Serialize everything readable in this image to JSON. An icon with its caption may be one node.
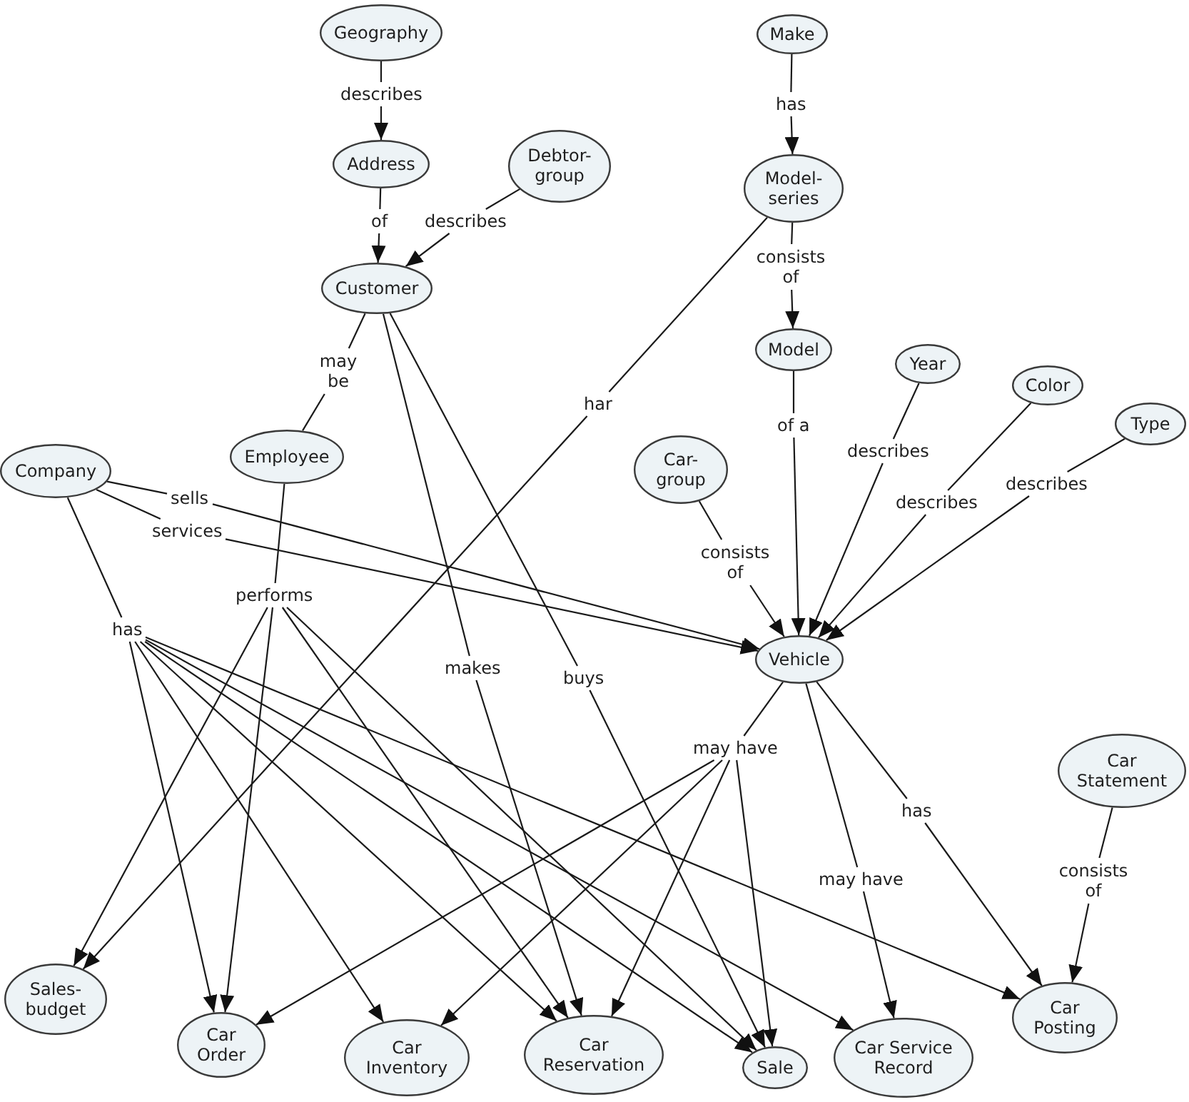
{
  "diagram": {
    "nodes": [
      {
        "text": [
          "Geography"
        ]
      },
      {
        "text": [
          "Make"
        ]
      },
      {
        "text": [
          "describes"
        ]
      },
      {
        "text": [
          "has"
        ]
      },
      {
        "text": [
          "Address"
        ]
      },
      {
        "text": [
          "Debtor-group"
        ]
      },
      {
        "text": [
          "Model-series"
        ]
      },
      {
        "text": [
          "of"
        ]
      },
      {
        "text": [
          "describes"
        ]
      },
      {
        "text": [
          "consists of"
        ]
      },
      {
        "text": [
          "Customer"
        ]
      },
      {
        "text": [
          "Model"
        ]
      },
      {
        "text": [
          "Year"
        ]
      },
      {
        "text": [
          "may be"
        ]
      },
      {
        "text": [
          "Color"
        ]
      },
      {
        "text": [
          "har"
        ]
      },
      {
        "text": [
          "Type"
        ]
      },
      {
        "text": [
          "of a"
        ]
      },
      {
        "text": [
          "describes"
        ]
      },
      {
        "text": [
          "Company"
        ]
      },
      {
        "text": [
          "Employee"
        ]
      },
      {
        "text": [
          "Car-group"
        ]
      },
      {
        "text": [
          "describes"
        ]
      },
      {
        "text": [
          "sells"
        ]
      },
      {
        "text": [
          "describes"
        ]
      },
      {
        "text": [
          "services"
        ]
      },
      {
        "text": [
          "consists of"
        ]
      },
      {
        "text": [
          "performs"
        ]
      },
      {
        "text": [
          "has"
        ]
      },
      {
        "text": [
          "Vehicle"
        ]
      },
      {
        "text": [
          "makes"
        ]
      },
      {
        "text": [
          "buys"
        ]
      },
      {
        "text": [
          "may have"
        ]
      },
      {
        "text": [
          "Car Statement"
        ]
      },
      {
        "text": [
          "has"
        ]
      },
      {
        "text": [
          "may have"
        ]
      },
      {
        "text": [
          "consists of"
        ]
      },
      {
        "text": [
          "Sales-budget"
        ]
      },
      {
        "text": [
          "Car Order"
        ]
      },
      {
        "text": [
          "Car Inventory"
        ]
      },
      {
        "text": [
          "Car Reservation"
        ]
      },
      {
        "text": [
          "Sale"
        ]
      },
      {
        "text": [
          "Car Service Record"
        ]
      },
      {
        "text": [
          "Car Posting"
        ]
      }
    ],
    "edges": [
      {
        "from": 0,
        "to": 2,
        "arrow": "none"
      },
      {
        "from": 2,
        "to": 4,
        "arrow": "to"
      },
      {
        "from": 1,
        "to": 3,
        "arrow": "none"
      },
      {
        "from": 3,
        "to": 6,
        "arrow": "to"
      },
      {
        "from": 4,
        "to": 7,
        "arrow": "none"
      },
      {
        "from": 7,
        "to": 10,
        "arrow": "to"
      },
      {
        "from": 5,
        "to": 8,
        "arrow": "none"
      },
      {
        "from": 8,
        "to": 10,
        "arrow": "to"
      },
      {
        "from": 6,
        "to": 9,
        "arrow": "none"
      },
      {
        "from": 9,
        "to": 11,
        "arrow": "to"
      },
      {
        "from": 6,
        "to": 15,
        "arrow": "none"
      },
      {
        "from": 15,
        "to": 37,
        "arrow": "to"
      },
      {
        "from": 10,
        "to": 13,
        "arrow": "none"
      },
      {
        "from": 13,
        "to": 20,
        "arrow": "none"
      },
      {
        "from": 10,
        "to": 30,
        "arrow": "none"
      },
      {
        "from": 30,
        "to": 40,
        "arrow": "to"
      },
      {
        "from": 10,
        "to": 31,
        "arrow": "none"
      },
      {
        "from": 31,
        "to": 41,
        "arrow": "to"
      },
      {
        "from": 11,
        "to": 17,
        "arrow": "none"
      },
      {
        "from": 17,
        "to": 29,
        "arrow": "to"
      },
      {
        "from": 12,
        "to": 18,
        "arrow": "none"
      },
      {
        "from": 18,
        "to": 29,
        "arrow": "to"
      },
      {
        "from": 14,
        "to": 24,
        "arrow": "none"
      },
      {
        "from": 24,
        "to": 29,
        "arrow": "to"
      },
      {
        "from": 16,
        "to": 22,
        "arrow": "none"
      },
      {
        "from": 22,
        "to": 29,
        "arrow": "to"
      },
      {
        "from": 21,
        "to": 26,
        "arrow": "none"
      },
      {
        "from": 26,
        "to": 29,
        "arrow": "to"
      },
      {
        "from": 19,
        "to": 23,
        "arrow": "none"
      },
      {
        "from": 23,
        "to": 29,
        "arrow": "to"
      },
      {
        "from": 19,
        "to": 25,
        "arrow": "none"
      },
      {
        "from": 25,
        "to": 29,
        "arrow": "to"
      },
      {
        "from": 19,
        "to": 28,
        "arrow": "none"
      },
      {
        "from": 28,
        "to": 38,
        "arrow": "to"
      },
      {
        "from": 28,
        "to": 39,
        "arrow": "to"
      },
      {
        "from": 28,
        "to": 40,
        "arrow": "to"
      },
      {
        "from": 28,
        "to": 41,
        "arrow": "to"
      },
      {
        "from": 28,
        "to": 42,
        "arrow": "to"
      },
      {
        "from": 28,
        "to": 43,
        "arrow": "to"
      },
      {
        "from": 20,
        "to": 27,
        "arrow": "none"
      },
      {
        "from": 27,
        "to": 37,
        "arrow": "to"
      },
      {
        "from": 27,
        "to": 38,
        "arrow": "to"
      },
      {
        "from": 27,
        "to": 40,
        "arrow": "to"
      },
      {
        "from": 27,
        "to": 41,
        "arrow": "to"
      },
      {
        "from": 29,
        "to": 32,
        "arrow": "none"
      },
      {
        "from": 32,
        "to": 38,
        "arrow": "to"
      },
      {
        "from": 32,
        "to": 39,
        "arrow": "to"
      },
      {
        "from": 32,
        "to": 40,
        "arrow": "to"
      },
      {
        "from": 32,
        "to": 41,
        "arrow": "to"
      },
      {
        "from": 29,
        "to": 35,
        "arrow": "none"
      },
      {
        "from": 35,
        "to": 42,
        "arrow": "to"
      },
      {
        "from": 29,
        "to": 34,
        "arrow": "none"
      },
      {
        "from": 34,
        "to": 43,
        "arrow": "to"
      },
      {
        "from": 33,
        "to": 36,
        "arrow": "none"
      },
      {
        "from": 36,
        "to": 43,
        "arrow": "to"
      }
    ]
  }
}
